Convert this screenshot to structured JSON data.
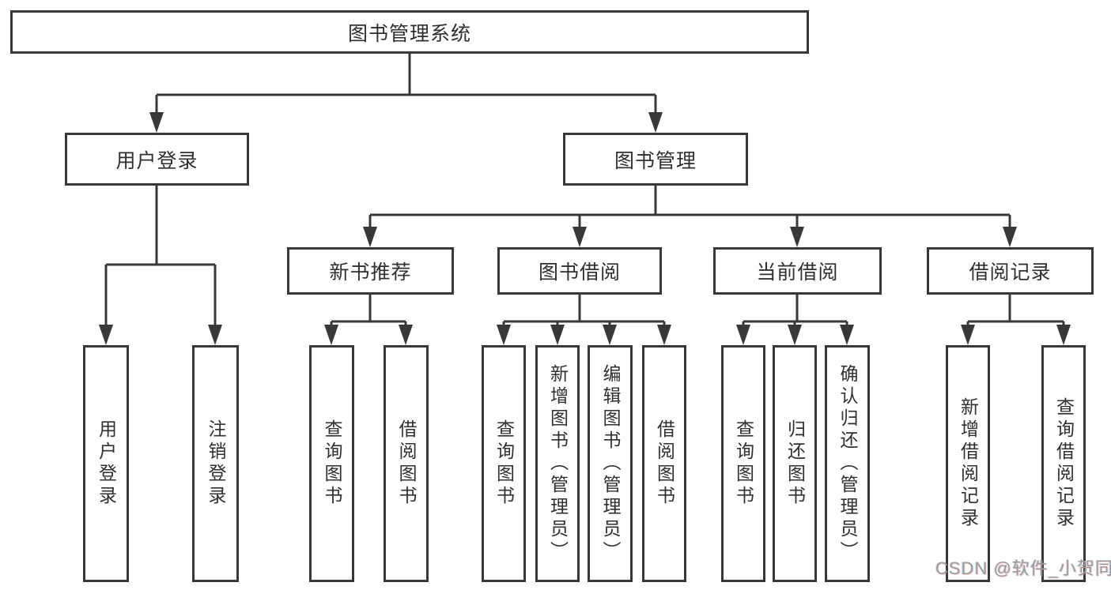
{
  "diagram": {
    "title": "图书管理系统",
    "root": {
      "label": "图书管理系统"
    },
    "level2": [
      {
        "label": "用户登录"
      },
      {
        "label": "图书管理"
      }
    ],
    "level3": [
      {
        "label": "新书推荐"
      },
      {
        "label": "图书借阅"
      },
      {
        "label": "当前借阅"
      },
      {
        "label": "借阅记录"
      }
    ],
    "leaves": {
      "user_login": [
        {
          "label": "用户登录"
        },
        {
          "label": "注销登录"
        }
      ],
      "new_book": [
        {
          "label": "查询图书"
        },
        {
          "label": "借阅图书"
        }
      ],
      "book_borrow": [
        {
          "label": "查询图书"
        },
        {
          "label": "新增图书（管理员）"
        },
        {
          "label": "编辑图书（管理员）"
        },
        {
          "label": "借阅图书"
        }
      ],
      "current_borrow": [
        {
          "label": "查询图书"
        },
        {
          "label": "归还图书"
        },
        {
          "label": "确认归还（管理员）"
        }
      ],
      "borrow_record": [
        {
          "label": "新增借阅记录"
        },
        {
          "label": "查询借阅记录"
        }
      ]
    },
    "colors": {
      "line": "#383838",
      "box_border": "#383838",
      "text": "#2f2f2f",
      "background": "#ffffff"
    }
  },
  "watermark": {
    "text": "CSDN @软件_小贺同学",
    "color": "#9b9b9b"
  }
}
